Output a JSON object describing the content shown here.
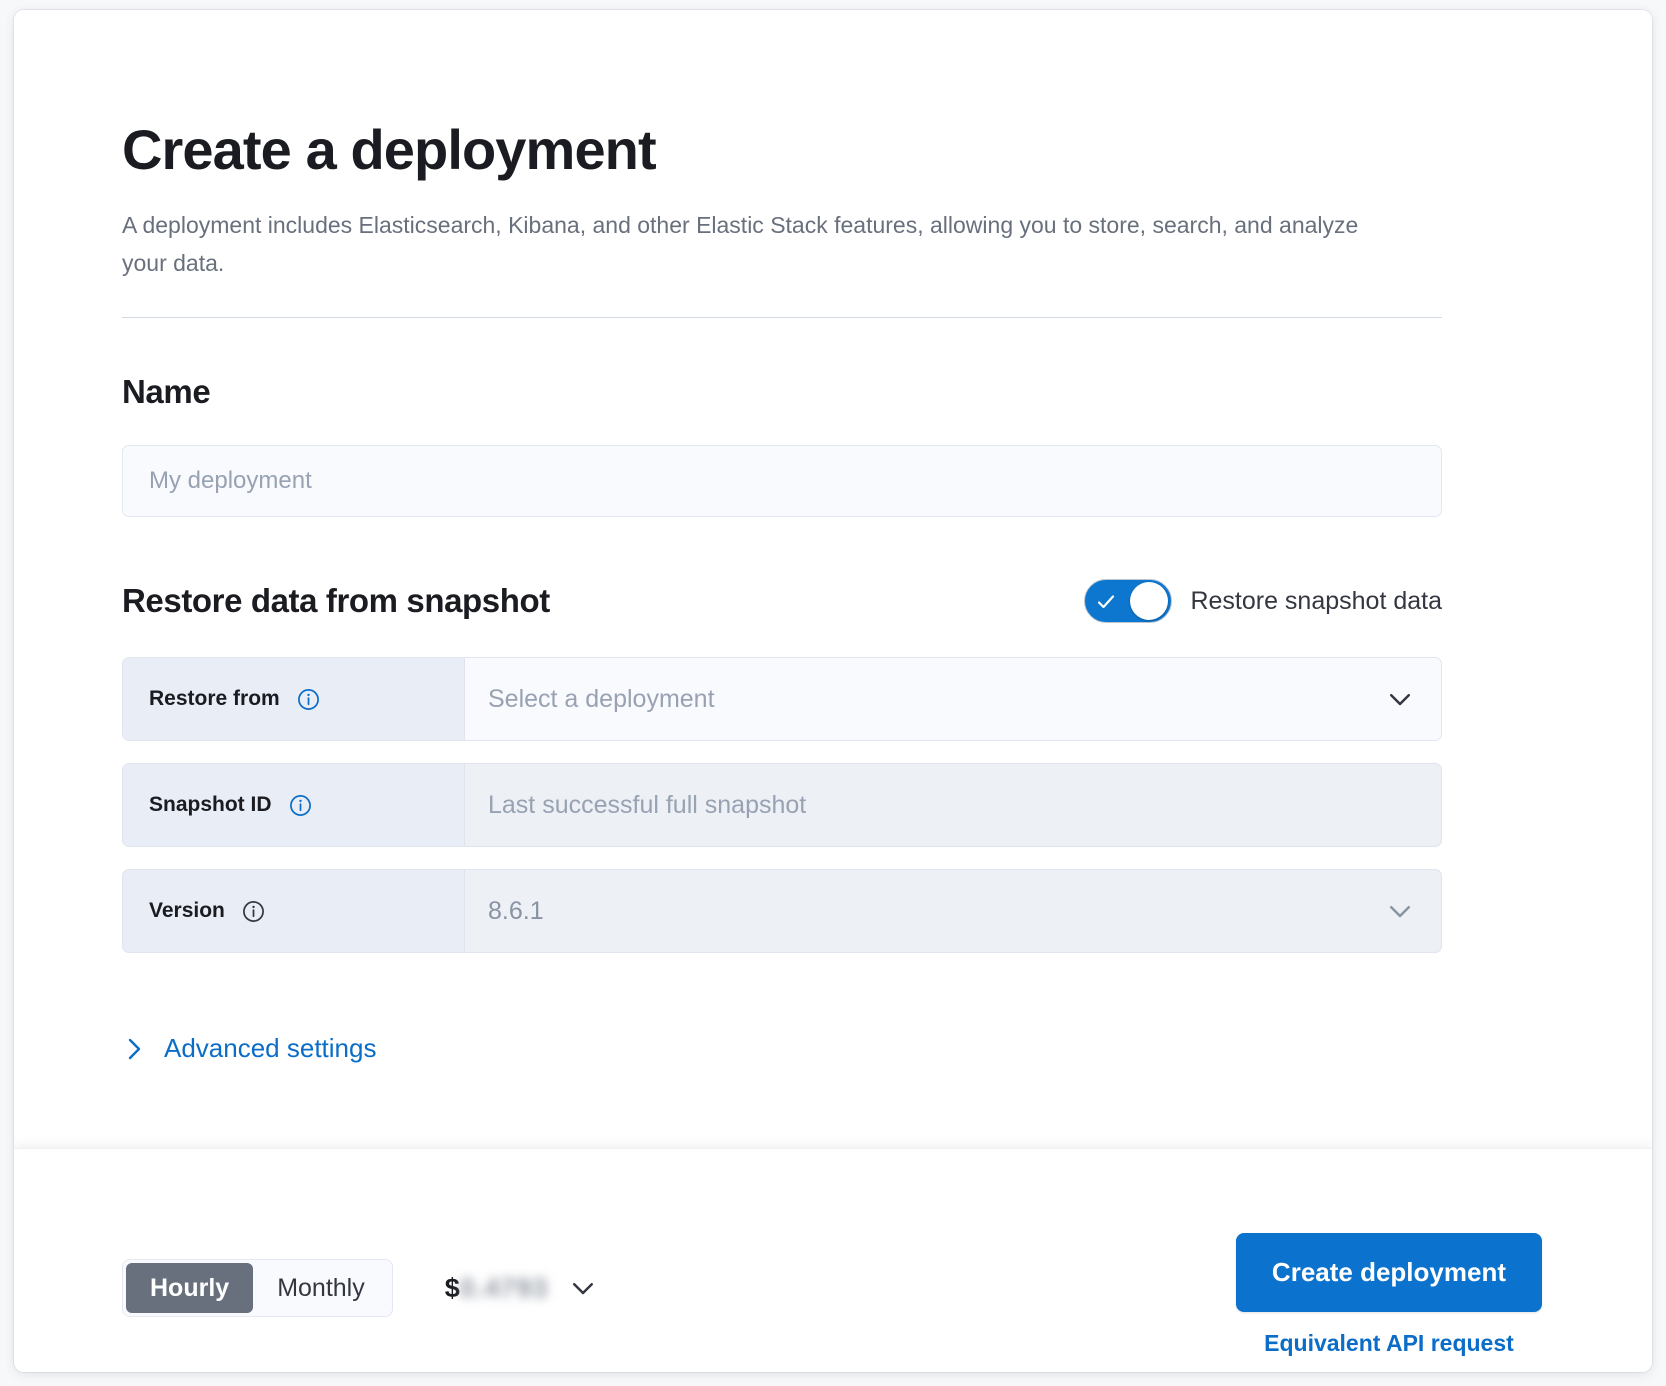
{
  "page": {
    "title": "Create a deployment",
    "subtitle": "A deployment includes Elasticsearch, Kibana, and other Elastic Stack features, allowing you to store, search, and analyze your data."
  },
  "name_section": {
    "heading": "Name",
    "input_value": "",
    "input_placeholder": "My deployment"
  },
  "restore_section": {
    "heading": "Restore data from snapshot",
    "toggle": {
      "label": "Restore snapshot data",
      "checked": true,
      "on_color": "#0d76ce"
    },
    "rows": [
      {
        "label": "Restore from",
        "info": "info-icon",
        "value": "Select a deployment",
        "is_placeholder": true,
        "disabled": false,
        "control": "dropdown"
      },
      {
        "label": "Snapshot ID",
        "info": "info-icon",
        "value": "Last successful full snapshot",
        "is_placeholder": true,
        "disabled": true,
        "control": "text"
      },
      {
        "label": "Version",
        "info": "info-icon",
        "value": "8.6.1",
        "is_placeholder": false,
        "disabled": true,
        "control": "dropdown"
      }
    ],
    "advanced_settings_label": "Advanced settings"
  },
  "footer": {
    "billing_toggle": {
      "options": [
        "Hourly",
        "Monthly"
      ],
      "selected": "Hourly"
    },
    "price": {
      "currency_symbol": "$",
      "amount": "0.4793",
      "redacted": true
    },
    "create_button_label": "Create deployment",
    "api_link_label": "Equivalent API request"
  },
  "colors": {
    "accent_blue": "#0b72cd",
    "link_blue": "#0b6dc7",
    "text_dark": "#1a1c21",
    "text_muted": "#69707d",
    "placeholder": "#98a2b3",
    "segment_active_bg": "#69707d"
  }
}
